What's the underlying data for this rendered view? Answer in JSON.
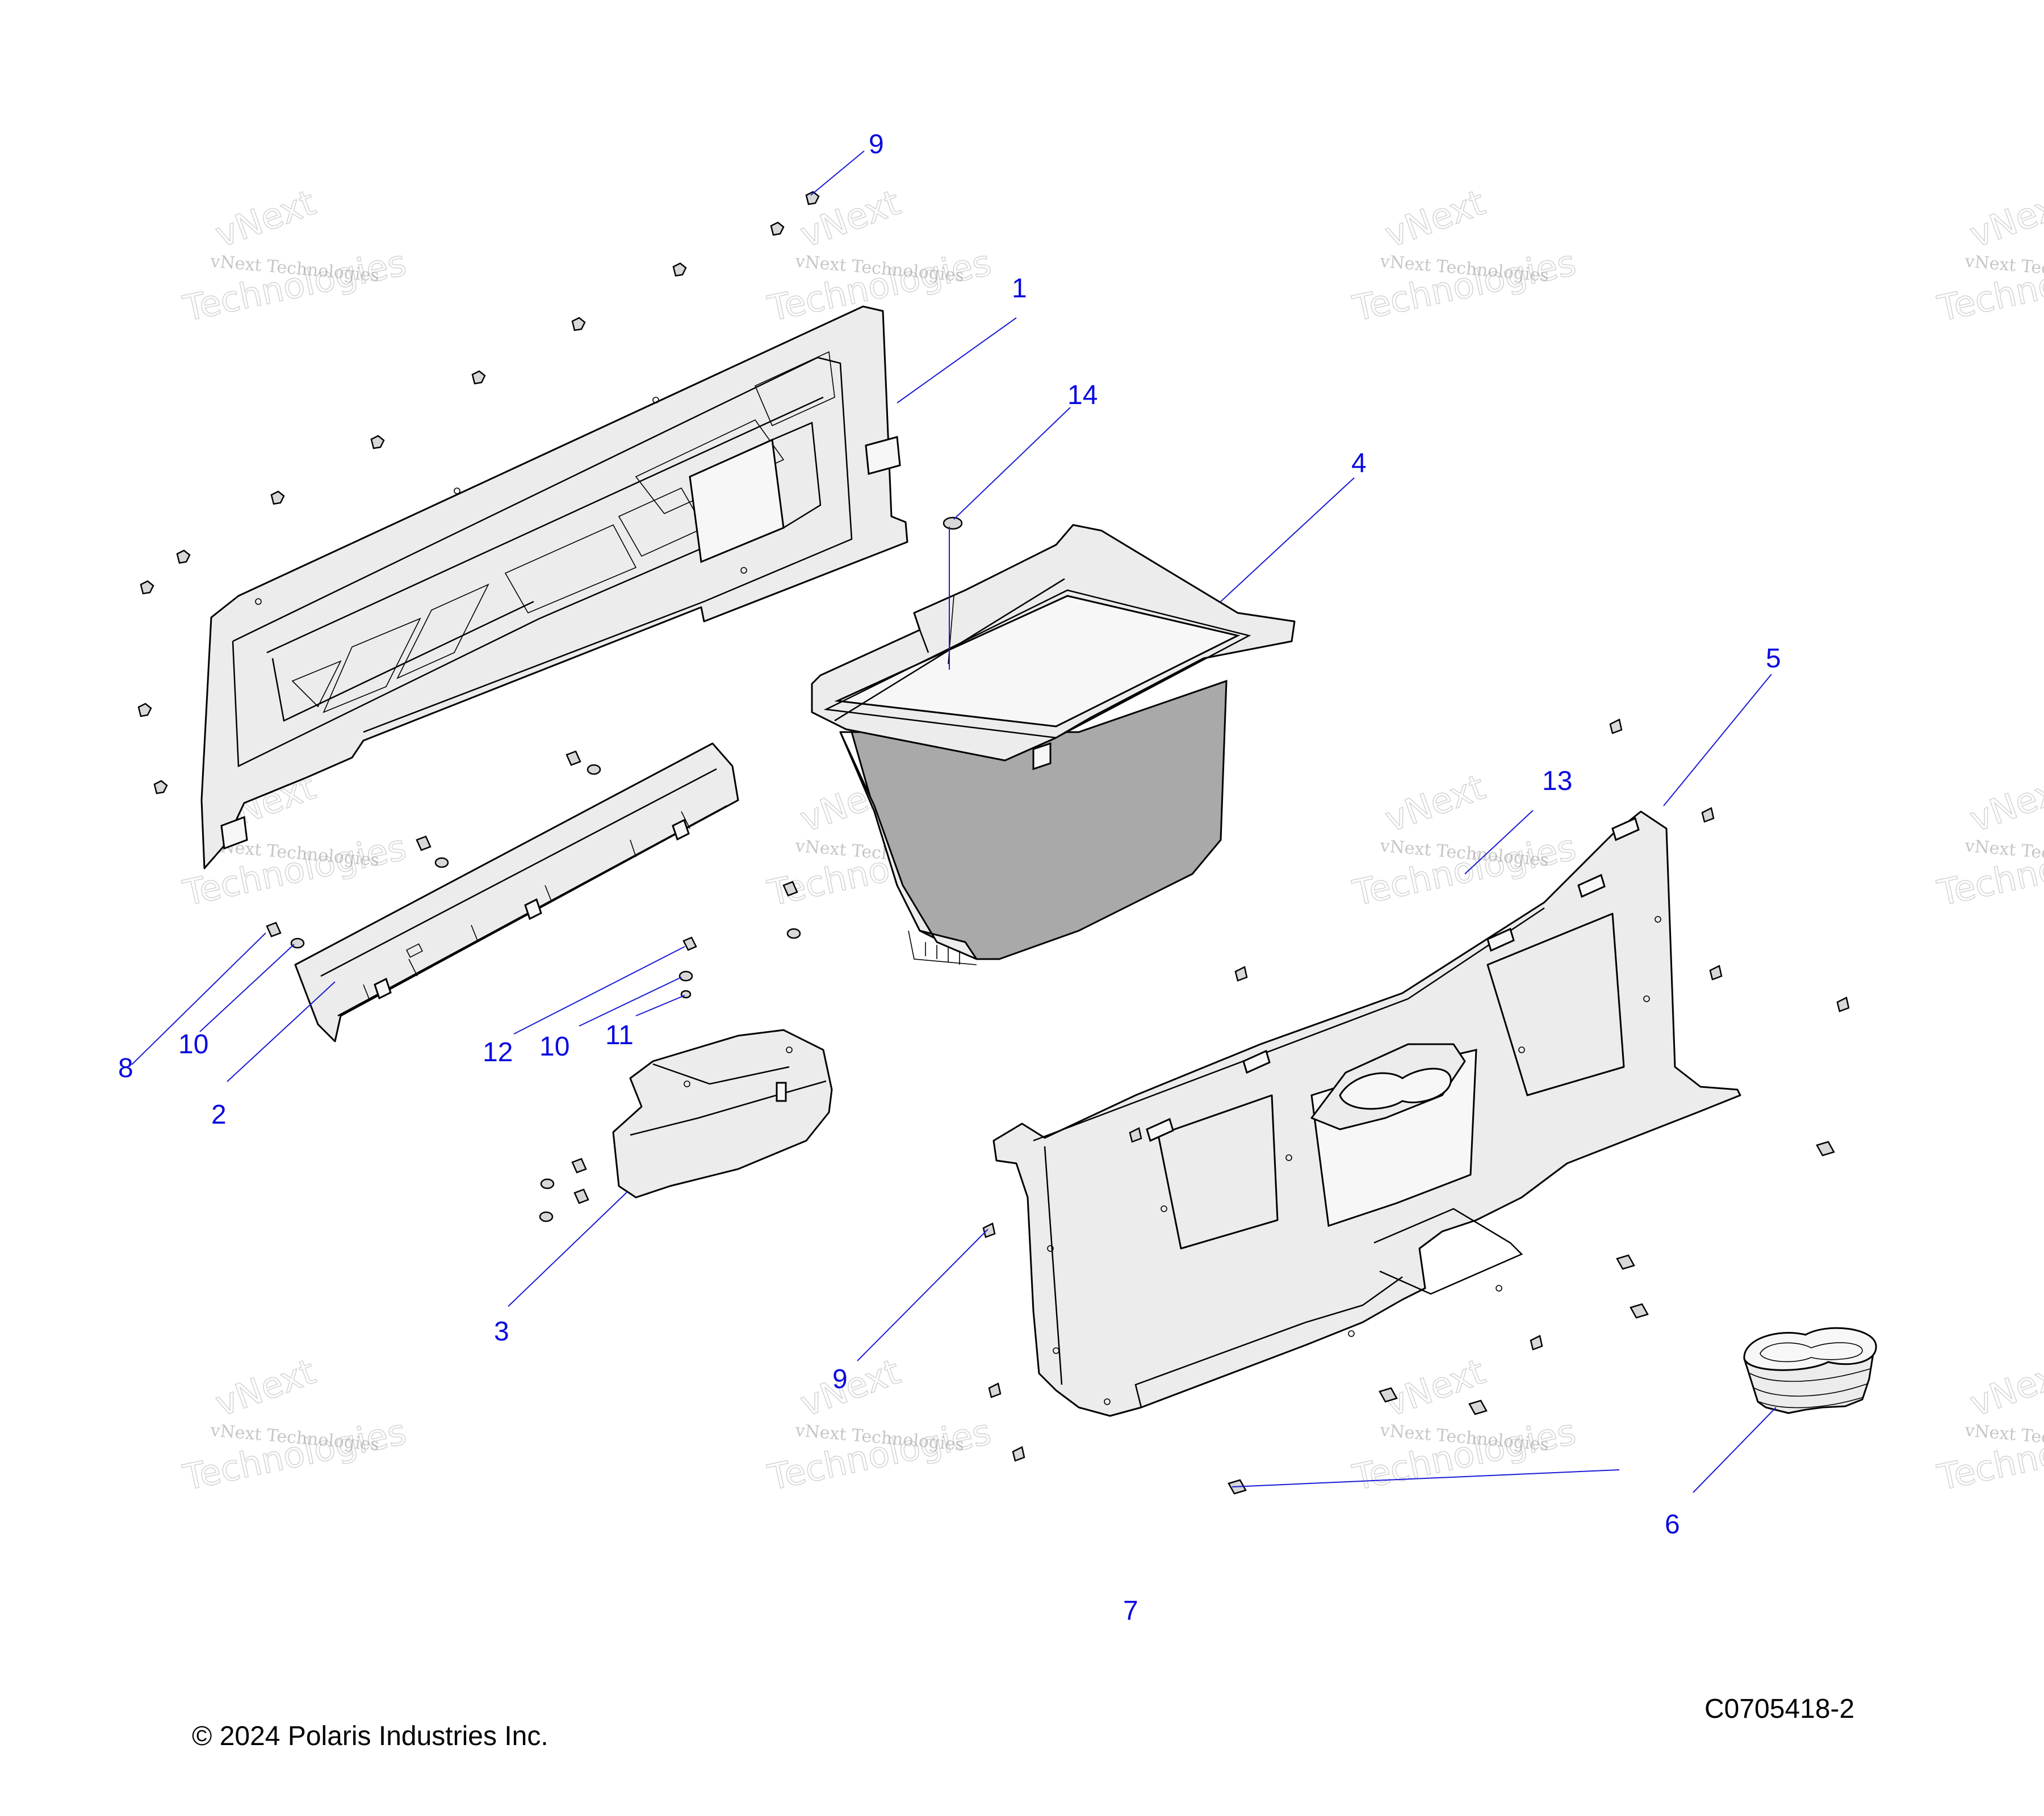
{
  "watermark": {
    "line1": "vNext Technologies",
    "line2": "vNext",
    "line3": "Technologies"
  },
  "callouts": [
    "1",
    "2",
    "3",
    "4",
    "5",
    "6",
    "7",
    "8",
    "9",
    "9",
    "10",
    "10",
    "11",
    "12",
    "13",
    "14"
  ],
  "footer": {
    "copyright": "© 2024 Polaris Industries Inc.",
    "drawing_number": "C0705418-2"
  }
}
